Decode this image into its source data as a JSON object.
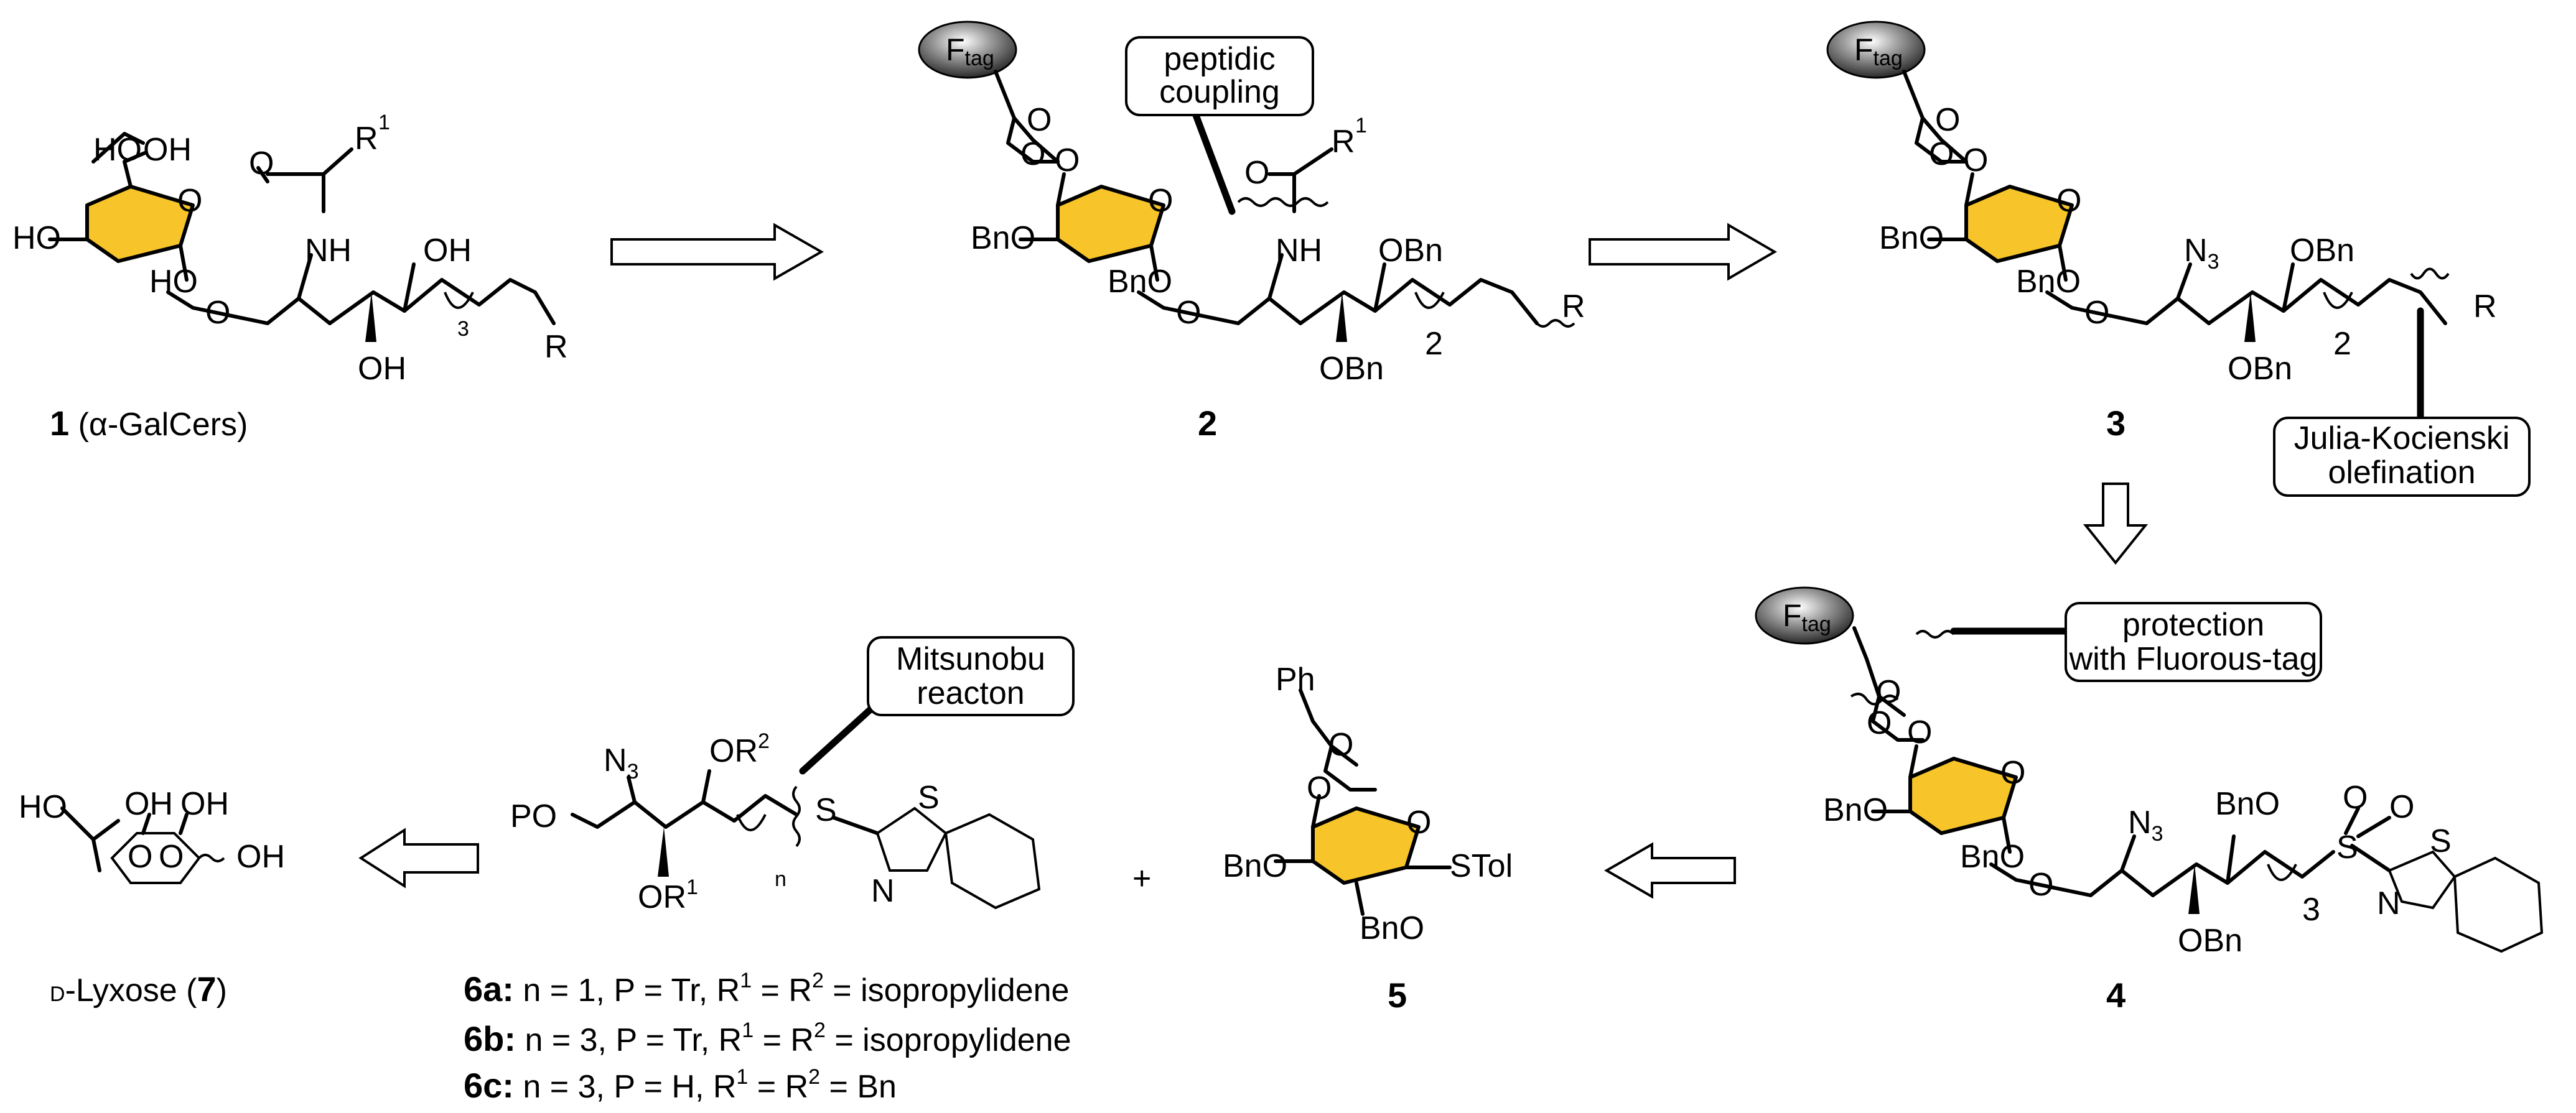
{
  "ftag": {
    "main": "F",
    "sub": "tag"
  },
  "callouts": {
    "peptidic": [
      "peptidic",
      "coupling"
    ],
    "julia": [
      "Julia-Kocienski",
      "olefination"
    ],
    "protection": [
      "protection",
      "with Fluorous-tag"
    ],
    "mitsunobu": [
      "Mitsunobu",
      "reacton"
    ]
  },
  "compound1": {
    "number": "1",
    "name_open": " (",
    "name_greek": "α",
    "name_rest": "-GalCers)",
    "atoms": {
      "ho_a": "HO",
      "oh_a": "OH",
      "ho_b": "HO",
      "ho_c": "HO",
      "o_ring": "O",
      "o_link": "O",
      "nh": "NH",
      "o_carb": "O",
      "r1": "R",
      "r1_sup": "1",
      "oh_c": "OH",
      "oh_d": "OH",
      "n3": "3",
      "r": "R"
    }
  },
  "compound2": {
    "number": "2",
    "atoms": {
      "o1": "O",
      "o2": "O",
      "o3": "O",
      "o_ring": "O",
      "bno_a": "BnO",
      "bno_b": "BnO",
      "o_link": "O",
      "nh": "NH",
      "o_carb": "O",
      "r1": "R",
      "r1_sup": "1",
      "obn_a": "OBn",
      "obn_b": "OBn",
      "n2": "2",
      "r": "R"
    }
  },
  "compound3": {
    "number": "3",
    "atoms": {
      "o1": "O",
      "o2": "O",
      "o3": "O",
      "o_ring": "O",
      "bno_a": "BnO",
      "bno_b": "BnO",
      "o_link": "O",
      "n3": "N",
      "n3_sub": "3",
      "obn_a": "OBn",
      "obn_b": "OBn",
      "n2": "2",
      "r": "R"
    }
  },
  "compound4": {
    "number": "4",
    "atoms": {
      "o1": "O",
      "o2": "O",
      "o3": "O",
      "o_ring": "O",
      "bno_a": "BnO",
      "bno_b": "BnO",
      "o_link": "O",
      "n3": "N",
      "n3_sub": "3",
      "bno_c": "BnO",
      "obn": "OBn",
      "n3count": "3",
      "s": "S",
      "o_s1": "O",
      "o_s2": "O",
      "s_ring": "S",
      "n_ring": "N"
    }
  },
  "compound5": {
    "number": "5",
    "atoms": {
      "ph": "Ph",
      "o1": "O",
      "o2": "O",
      "o_ring": "O",
      "bno_a": "BnO",
      "bno_b": "BnO",
      "stol": "STol"
    }
  },
  "compound6": {
    "atoms": {
      "po": "PO",
      "n3": "N",
      "n3_sub": "3",
      "or2": "OR",
      "or2_sup": "2",
      "or1": "OR",
      "or1_sup": "1",
      "n": "n",
      "s": "S",
      "s_ring": "S",
      "n_ring": "N"
    },
    "plus": "+",
    "variants": [
      {
        "label": "6a:",
        "text_a": " n = 1, P = Tr, R",
        "sup_a": "1",
        "text_b": " = R",
        "sup_b": "2",
        "text_c": " = isopropylidene"
      },
      {
        "label": "6b:",
        "text_a": " n = 3, P = Tr, R",
        "sup_a": "1",
        "text_b": " = R",
        "sup_b": "2",
        "text_c": " = isopropylidene"
      },
      {
        "label": "6c:",
        "text_a": " n = 3, P = H, R",
        "sup_a": "1",
        "text_b": " = R",
        "sup_b": "2",
        "text_c": " = Bn"
      }
    ]
  },
  "compound7": {
    "prefix": "D",
    "name": "-Lyxose (",
    "number": "7",
    "close": ")",
    "atoms": {
      "ho": "HO",
      "oh_a": "OH",
      "o_a": "O",
      "o_b": "O",
      "oh_b": "OH",
      "oh_c": "OH"
    }
  }
}
